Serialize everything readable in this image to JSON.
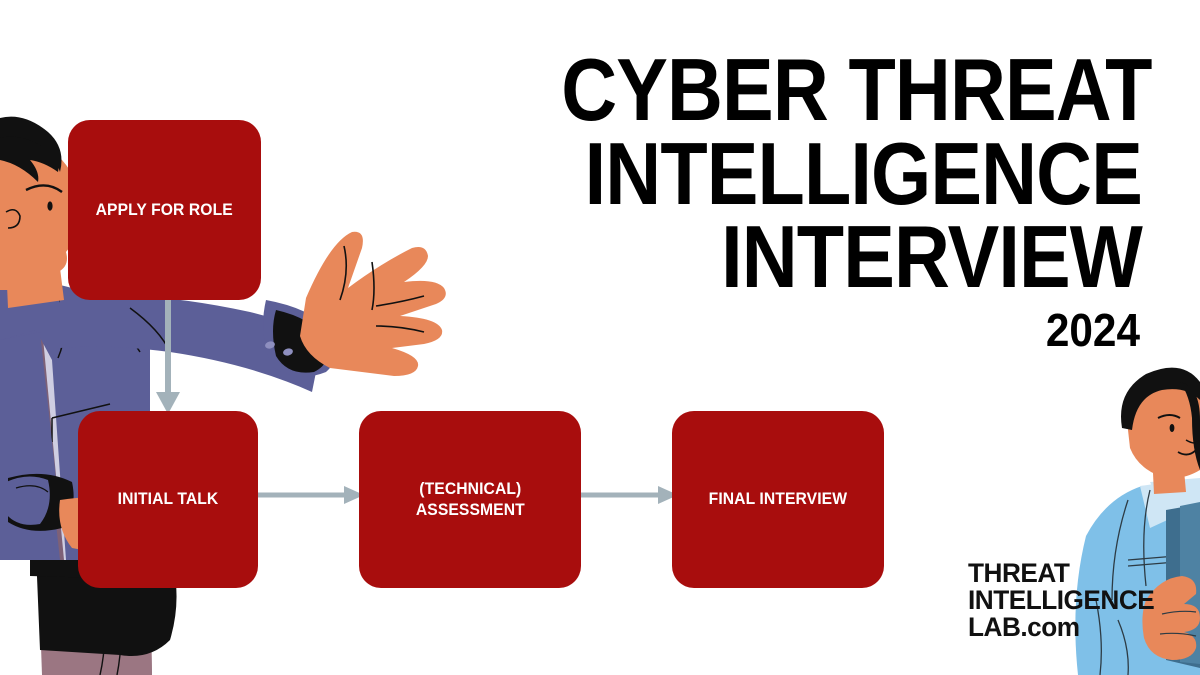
{
  "poster": {
    "background_color": "#FFFFFF",
    "title": {
      "lines": [
        "CYBER THREAT",
        "INTELLIGENCE",
        "INTERVIEW"
      ],
      "year": "2024",
      "color": "#000000"
    },
    "logo": {
      "lines": [
        "THREAT",
        "INTELLIGENCE",
        "LAB.com"
      ],
      "color": "#111111"
    }
  },
  "flowchart": {
    "box_color": "#A80D0D",
    "box_text_color": "#FFFFFF",
    "arrow_color": "#A3B2BA",
    "steps": [
      {
        "id": "apply",
        "label": "APPLY FOR ROLE"
      },
      {
        "id": "initial",
        "label": "INITIAL TALK"
      },
      {
        "id": "assessment",
        "label": "(TECHNICAL)\nASSESSMENT"
      },
      {
        "id": "final",
        "label": "FINAL INTERVIEW"
      }
    ],
    "connectors": [
      {
        "id": "apply-to-initial",
        "direction": "down"
      },
      {
        "id": "initial-to-assessment",
        "direction": "right"
      },
      {
        "id": "assessment-to-final",
        "direction": "right"
      }
    ]
  },
  "illustrations": {
    "left_figure": {
      "name": "man-in-suit-gesturing",
      "skin": "#E8885A",
      "hair": "#111111",
      "suit": "#5C5F98",
      "shirt": "#CFCEE2",
      "tie": "#7E6177",
      "trousers": "#9B7682",
      "belt": "#111111"
    },
    "right_figure": {
      "name": "woman-with-folder",
      "skin": "#E8885A",
      "hair": "#111111",
      "blazer": "#7FC0E8",
      "shirt": "#CFE6F5",
      "folder": "#3E6E8E"
    }
  }
}
